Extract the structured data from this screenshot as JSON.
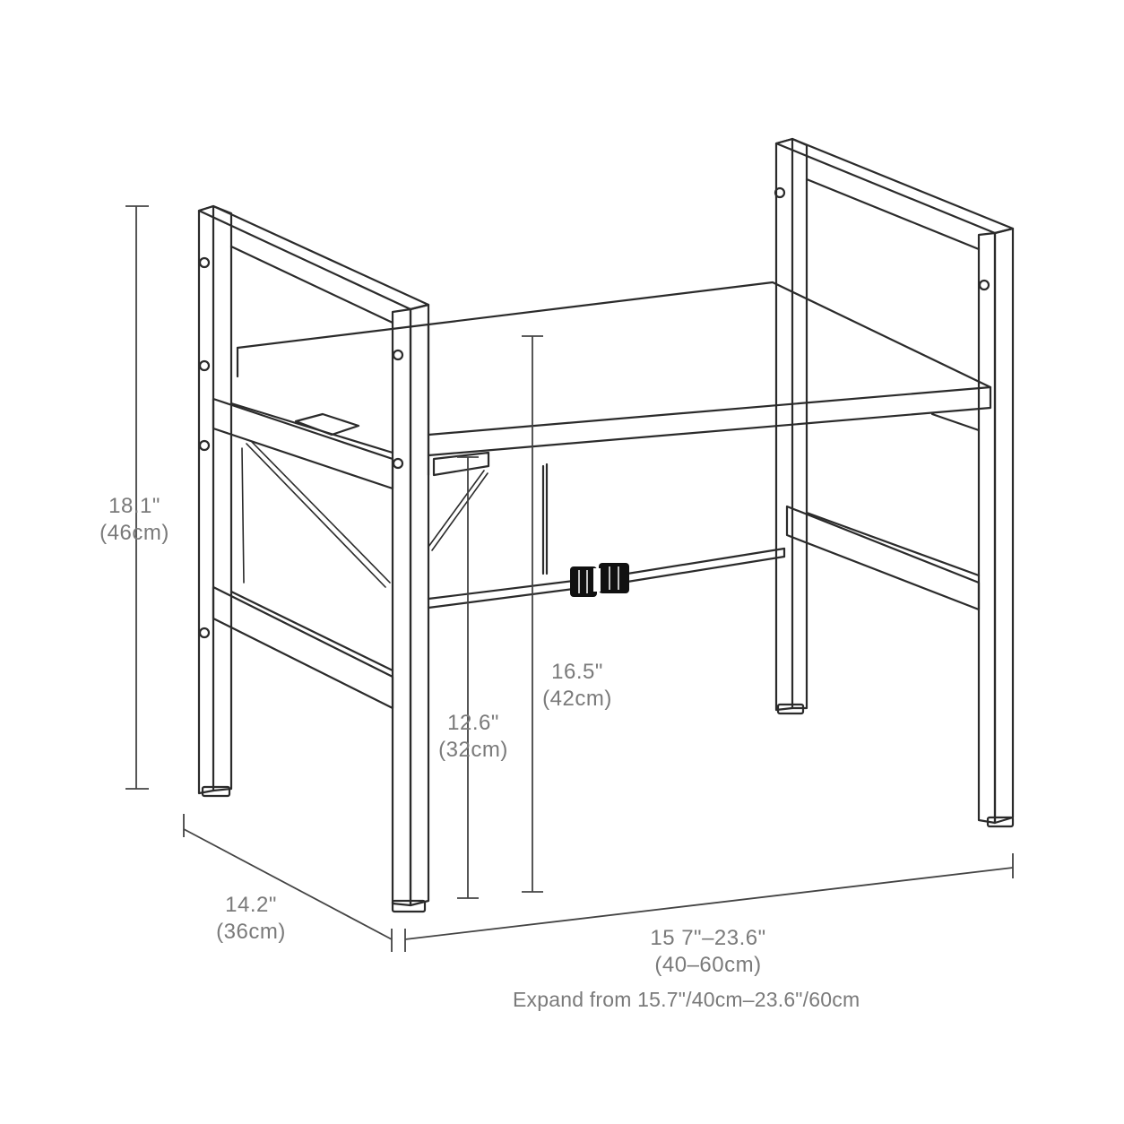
{
  "dimensions": {
    "height_total": {
      "imperial": "18.1\"",
      "metric": "(46cm)"
    },
    "depth": {
      "imperial": "14.2\"",
      "metric": "(36cm)"
    },
    "inner_height_upper": {
      "imperial": "16.5\"",
      "metric": "(42cm)"
    },
    "inner_height_lower": {
      "imperial": "12.6\"",
      "metric": "(32cm)"
    },
    "width_range": {
      "imperial": "15 7\"–23.6\"",
      "metric": "(40–60cm)"
    }
  },
  "expand_note": "Expand from 15.7\"/40cm–23.6\"/60cm",
  "colors": {
    "line": "#2b2b2b",
    "dim_line": "#444444",
    "text": "#7a7a7a",
    "knob": "#111111"
  }
}
